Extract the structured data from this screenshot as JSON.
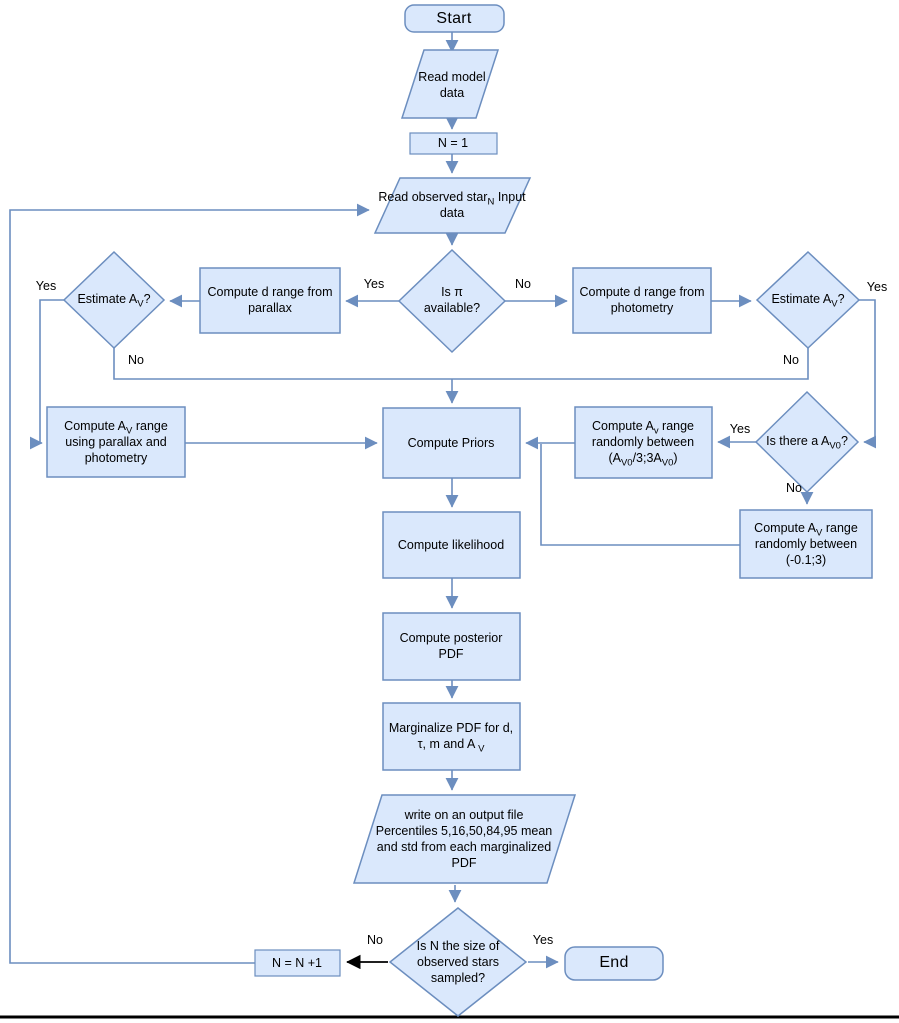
{
  "diagram": {
    "colors": {
      "node_fill": "#dae8fc",
      "node_stroke": "#6c8ebf",
      "connector": "#6c8ebf",
      "black": "#000000"
    },
    "nodes": {
      "start": "Start",
      "read_model": "Read model data",
      "n_init": "N = 1",
      "read_obs": [
        [
          "t",
          "Read observed star"
        ],
        [
          "s",
          "N"
        ],
        [
          "t",
          " Input data"
        ]
      ],
      "pi_available": "Is π available?",
      "d_parallax": "Compute d range from parallax",
      "estimate_av_left": [
        [
          "t",
          "Estimate A"
        ],
        [
          "s",
          "V"
        ],
        [
          "t",
          "?"
        ]
      ],
      "d_photometry": "Compute d range from photometry",
      "estimate_av_right": [
        [
          "t",
          "Estimate A"
        ],
        [
          "s",
          "V"
        ],
        [
          "t",
          "?"
        ]
      ],
      "av_range_parallax_phot": [
        [
          "t",
          "Compute A"
        ],
        [
          "s",
          "V"
        ],
        [
          "t",
          "  range using parallax and photometry"
        ]
      ],
      "compute_priors": "Compute Priors",
      "av_range_av0": [
        [
          "t",
          "Compute A"
        ],
        [
          "s",
          "v"
        ],
        [
          "t",
          "  range randomly between (A"
        ],
        [
          "s",
          "V0"
        ],
        [
          "t",
          "/3;3A"
        ],
        [
          "s",
          "V0"
        ],
        [
          "t",
          ")"
        ]
      ],
      "av0_question": [
        [
          "t",
          "Is there a A"
        ],
        [
          "s",
          "V0"
        ],
        [
          "t",
          "?"
        ]
      ],
      "av_range_random": [
        [
          "t",
          "Compute A"
        ],
        [
          "s",
          "V"
        ],
        [
          "t",
          " range randomly between (-0.1;3)"
        ]
      ],
      "likelihood": "Compute likelihood",
      "posterior": "Compute posterior PDF",
      "marginalize": [
        [
          "t",
          "Marginalize PDF for d, τ, m and A "
        ],
        [
          "s",
          "V"
        ]
      ],
      "output": "write on an output file Percentiles 5,16,50,84,95 mean and std from each marginalized PDF",
      "n_size_question": "Is N the size of observed stars sampled?",
      "n_increment": "N = N +1",
      "end": "End"
    },
    "edges": {
      "pi_yes": "Yes",
      "pi_no": "No",
      "left_est_yes": "Yes",
      "left_est_no": "No",
      "right_est_yes": "Yes",
      "right_est_no": "No",
      "av0_yes": "Yes",
      "av0_no": "No",
      "n_no": "No",
      "n_yes": "Yes"
    }
  }
}
